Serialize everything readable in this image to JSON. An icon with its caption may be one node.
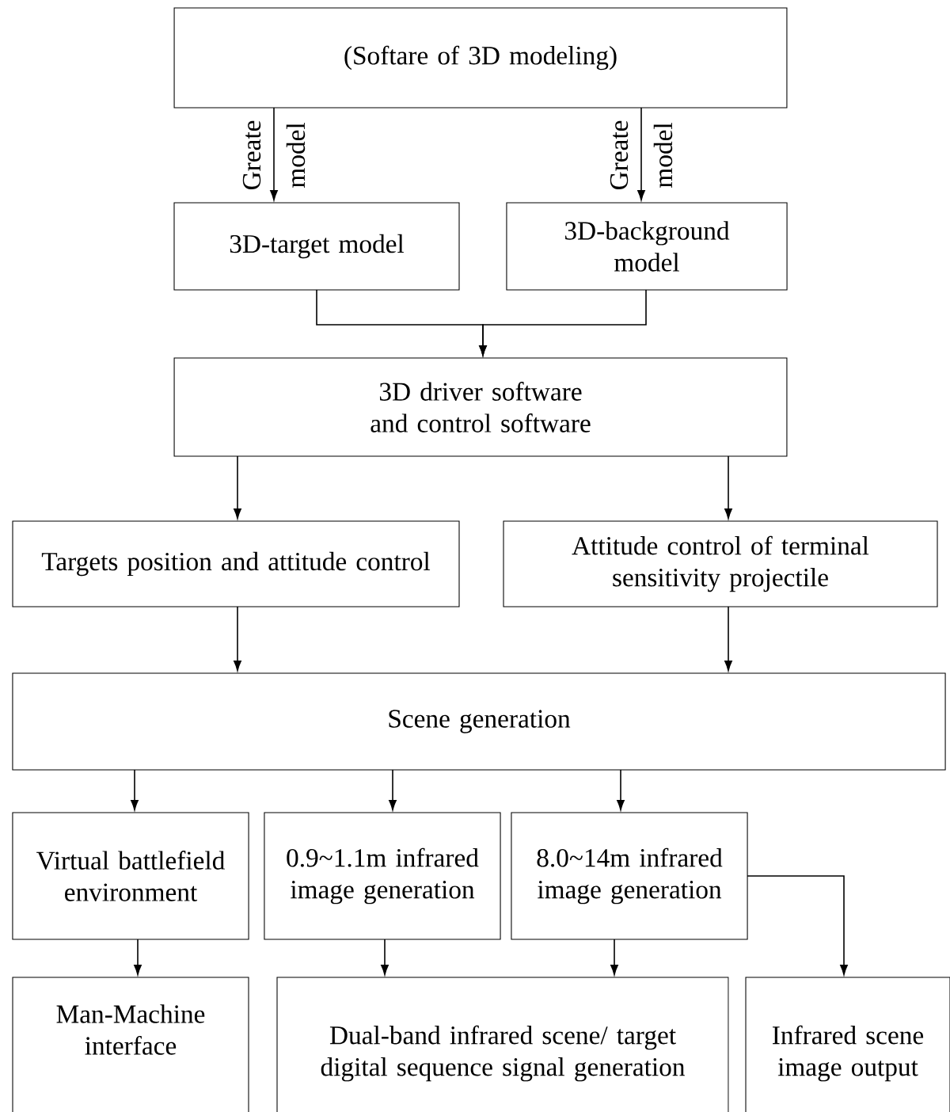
{
  "diagram": {
    "nodes": [
      {
        "text": [
          "(Softare of 3D modeling)"
        ]
      },
      {
        "text": [
          "3D-target model"
        ]
      },
      {
        "text": [
          "3D-background model"
        ]
      },
      {
        "text": [
          "3D driver software and control software"
        ]
      },
      {
        "text": [
          "Targets position and attitude control"
        ]
      },
      {
        "text": [
          "Attitude control of terminal sensitivity projectile"
        ]
      },
      {
        "text": [
          "Scene generation"
        ]
      },
      {
        "text": [
          "Virtual battlefield environment"
        ]
      },
      {
        "text": [
          "0.9~1.1m infrared image generation"
        ]
      },
      {
        "text": [
          "8.0~14m infrared image generation"
        ]
      },
      {
        "text": [
          "Man-Machine interface"
        ]
      },
      {
        "text": [
          "Dual-band infrared scene/ target digital sequence signal generation"
        ]
      },
      {
        "text": [
          "Infrared scene image output"
        ]
      }
    ],
    "edges": [
      {
        "from": 0,
        "to": 1,
        "arrow": "to",
        "label": "Greate model"
      },
      {
        "from": 0,
        "to": 2,
        "arrow": "to",
        "label": "Greate model"
      },
      {
        "from": 1,
        "to": 3,
        "arrow": "to"
      },
      {
        "from": 2,
        "to": 3,
        "arrow": "to"
      },
      {
        "from": 3,
        "to": 4,
        "arrow": "to"
      },
      {
        "from": 3,
        "to": 5,
        "arrow": "to"
      },
      {
        "from": 4,
        "to": 6,
        "arrow": "to"
      },
      {
        "from": 5,
        "to": 6,
        "arrow": "to"
      },
      {
        "from": 6,
        "to": 7,
        "arrow": "to"
      },
      {
        "from": 6,
        "to": 8,
        "arrow": "to"
      },
      {
        "from": 6,
        "to": 9,
        "arrow": "to"
      },
      {
        "from": 7,
        "to": 10,
        "arrow": "to"
      },
      {
        "from": 8,
        "to": 11,
        "arrow": "to"
      },
      {
        "from": 9,
        "to": 11,
        "arrow": "to"
      },
      {
        "from": 9,
        "to": 12,
        "arrow": "to"
      }
    ]
  }
}
